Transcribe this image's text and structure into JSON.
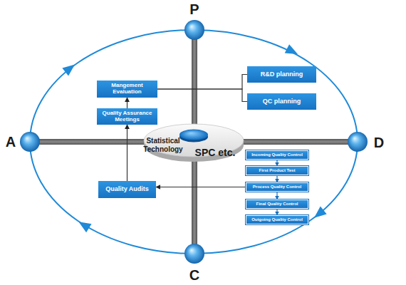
{
  "diagram": {
    "nodes": [
      {
        "text": [
          "Mangement Evaluation"
        ]
      },
      {
        "text": [
          "R&D planning"
        ]
      },
      {
        "text": [
          "QC planning"
        ]
      },
      {
        "text": [
          "Quality Assurance Meetings"
        ]
      },
      {
        "text": [
          "Statistical Technology",
          "SPC etc."
        ]
      },
      {
        "text": [
          "Incoming Quality Control"
        ]
      },
      {
        "text": [
          "First Product Test"
        ]
      },
      {
        "text": [
          "Process Quality Control"
        ]
      },
      {
        "text": [
          "Quality Audits"
        ]
      },
      {
        "text": [
          "Final Quality Control"
        ]
      },
      {
        "text": [
          "Outgoing Quality Control"
        ]
      }
    ],
    "edges": [
      {
        "from": 3,
        "to": 0,
        "arrow": "to"
      },
      {
        "from": 0,
        "to": 1,
        "arrow": "none"
      },
      {
        "from": 0,
        "to": 2,
        "arrow": "none"
      },
      {
        "from": 8,
        "to": 3,
        "arrow": "to"
      },
      {
        "from": 5,
        "to": 6,
        "arrow": "to"
      },
      {
        "from": 6,
        "to": 7,
        "arrow": "to"
      },
      {
        "from": 7,
        "to": 9,
        "arrow": "to"
      },
      {
        "from": 9,
        "to": 10,
        "arrow": "to"
      },
      {
        "from": 7,
        "to": 8,
        "arrow": "to"
      }
    ],
    "labels": [
      "P",
      "A",
      "D",
      "C"
    ]
  }
}
